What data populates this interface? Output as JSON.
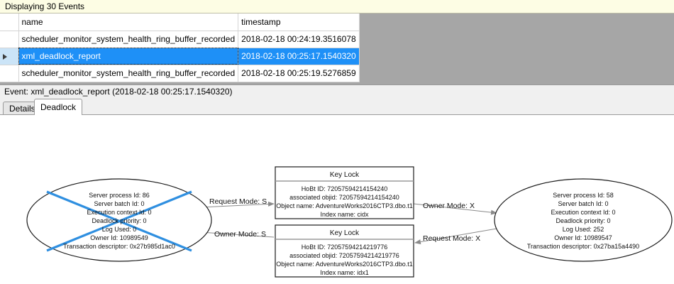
{
  "banner": {
    "text": "Displaying 30 Events"
  },
  "grid": {
    "columns": [
      {
        "key": "sel",
        "label": ""
      },
      {
        "key": "name",
        "label": "name"
      },
      {
        "key": "timestamp",
        "label": "timestamp"
      }
    ],
    "rows": [
      {
        "marker": "",
        "name": "scheduler_monitor_system_health_ring_buffer_recorded",
        "timestamp": "2018-02-18 00:24:19.3516078",
        "selected": false
      },
      {
        "marker": "current-row-arrow",
        "name": "xml_deadlock_report",
        "timestamp": "2018-02-18 00:25:17.1540320",
        "selected": true
      },
      {
        "marker": "",
        "name": "scheduler_monitor_system_health_ring_buffer_recorded",
        "timestamp": "2018-02-18 00:25:19.5276859",
        "selected": false
      }
    ]
  },
  "event_bar": {
    "text": "Event: xml_deadlock_report (2018-02-18 00:25:17.1540320)"
  },
  "tabs": [
    {
      "label": "Details",
      "active": false
    },
    {
      "label": "Deadlock",
      "active": true
    }
  ],
  "graph": {
    "victim_cross_color": "#2f8fe0",
    "node_stroke": "#1a1a1a",
    "edge_color": "#808080",
    "processes": [
      {
        "id": "process-left",
        "victim": true,
        "lines": [
          "Server process Id: 86",
          "Server batch Id: 0",
          "Execution context Id: 0",
          "Deadlock priority: 0",
          "Log Used: 0",
          "Owner Id: 10989549",
          "Transaction descriptor: 0x27b985d1ac0"
        ]
      },
      {
        "id": "process-right",
        "victim": false,
        "lines": [
          "Server process Id: 58",
          "Server batch Id: 0",
          "Execution context Id: 0",
          "Deadlock priority: 0",
          "Log Used: 252",
          "Owner Id: 10989547",
          "Transaction descriptor: 0x27ba15a4490"
        ]
      }
    ],
    "resources": [
      {
        "id": "keylock-top",
        "title": "Key Lock",
        "lines": [
          "HoBt ID: 72057594214154240",
          "associated objid: 72057594214154240",
          "Object name: AdventureWorks2016CTP3.dbo.t1",
          "Index name: cidx"
        ]
      },
      {
        "id": "keylock-bottom",
        "title": "Key Lock",
        "lines": [
          "HoBt ID: 72057594214219776",
          "associated objid: 72057594214219776",
          "Object name: AdventureWorks2016CTP3.dbo.t1",
          "Index name: idx1"
        ]
      }
    ],
    "edges": [
      {
        "id": "edge-left-request",
        "label": "Request Mode: S"
      },
      {
        "id": "edge-left-owner",
        "label": "Owner Mode: S"
      },
      {
        "id": "edge-right-owner",
        "label": "Owner Mode: X"
      },
      {
        "id": "edge-right-request",
        "label": "Request Mode: X"
      }
    ]
  }
}
